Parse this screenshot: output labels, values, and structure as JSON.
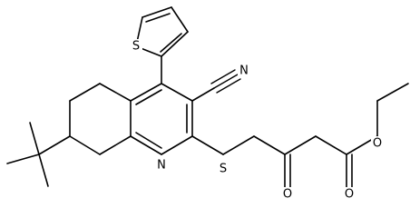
{
  "diagram": {
    "type": "chemical-structure",
    "atom_labels": {
      "thiophene_sulfur": "S",
      "thioether_sulfur": "S",
      "nitrile_nitrogen": "N",
      "ring_nitrogen": "N",
      "ketone_oxygen": "O",
      "ester_carbonyl_oxygen": "O",
      "ester_ether_oxygen": "O"
    },
    "colors": {
      "bond": "#000000",
      "label": "#000000",
      "background": "#ffffff"
    }
  }
}
